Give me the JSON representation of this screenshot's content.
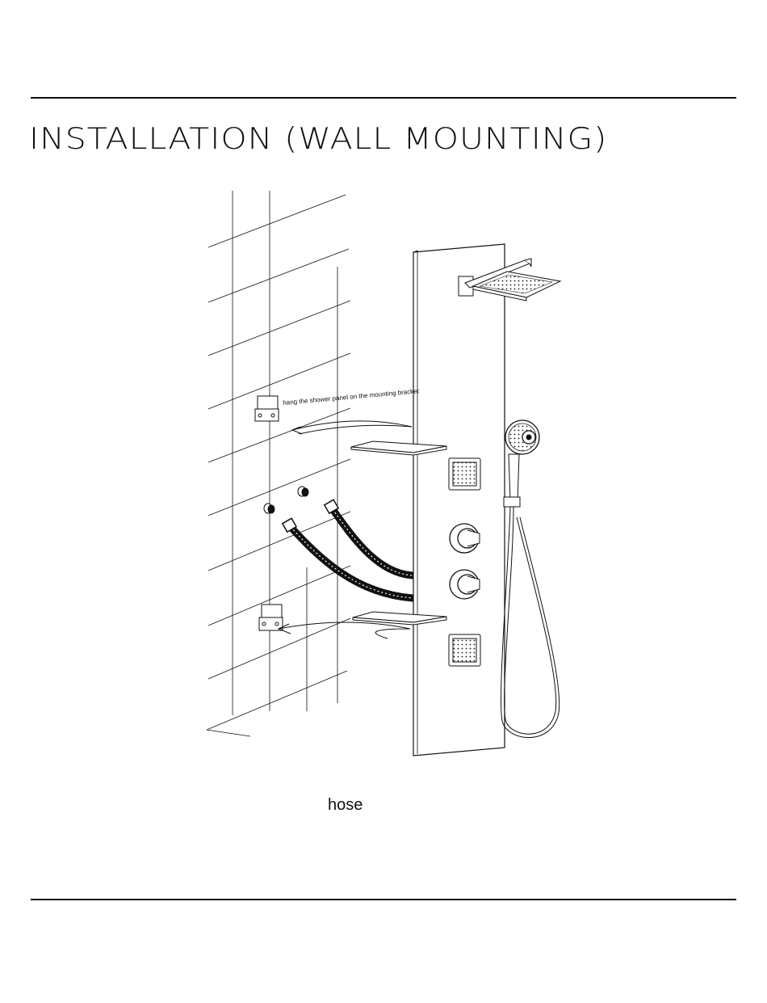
{
  "document": {
    "title": "INSTALLATION (WALL MOUNTING)",
    "bracket_note": "hang the shower panel on the mounting bracket",
    "hose_label": "hose"
  }
}
